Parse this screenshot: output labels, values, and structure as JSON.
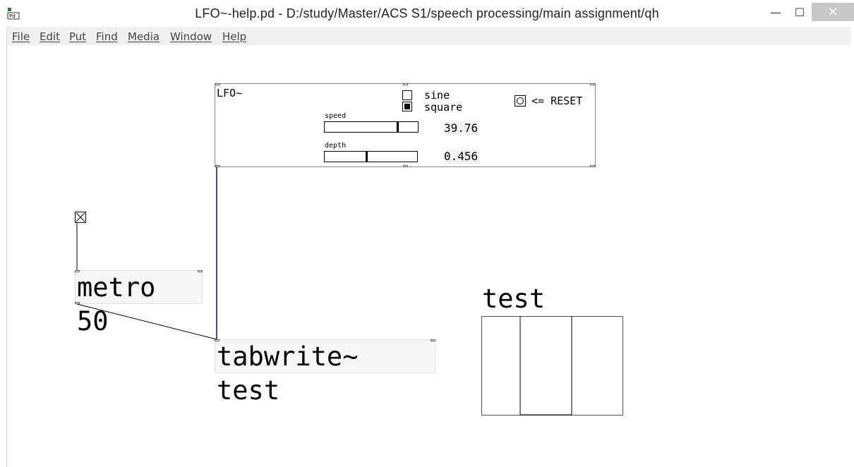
{
  "window": {
    "title": "LFO~-help.pd  - D:/study/Master/ACS S1/speech processing/main assignment/qh",
    "minimize_label": "—",
    "maximize_label": "☐",
    "close_label": "✕"
  },
  "menu": [
    "File",
    "Edit",
    "Put",
    "Find",
    "Media",
    "Window",
    "Help"
  ],
  "lfo": {
    "title": "LFO~",
    "waveform_options": [
      "sine",
      "square"
    ],
    "selected_waveform": "square",
    "reset_label": "<= RESET",
    "speed_label": "speed",
    "speed_value": "39.76",
    "speed_slider_fraction": 0.79,
    "depth_label": "depth",
    "depth_value": "0.456",
    "depth_slider_fraction": 0.456
  },
  "objects": {
    "metro": "metro 50",
    "tabwrite": "tabwrite~ test"
  },
  "array": {
    "name": "test"
  }
}
